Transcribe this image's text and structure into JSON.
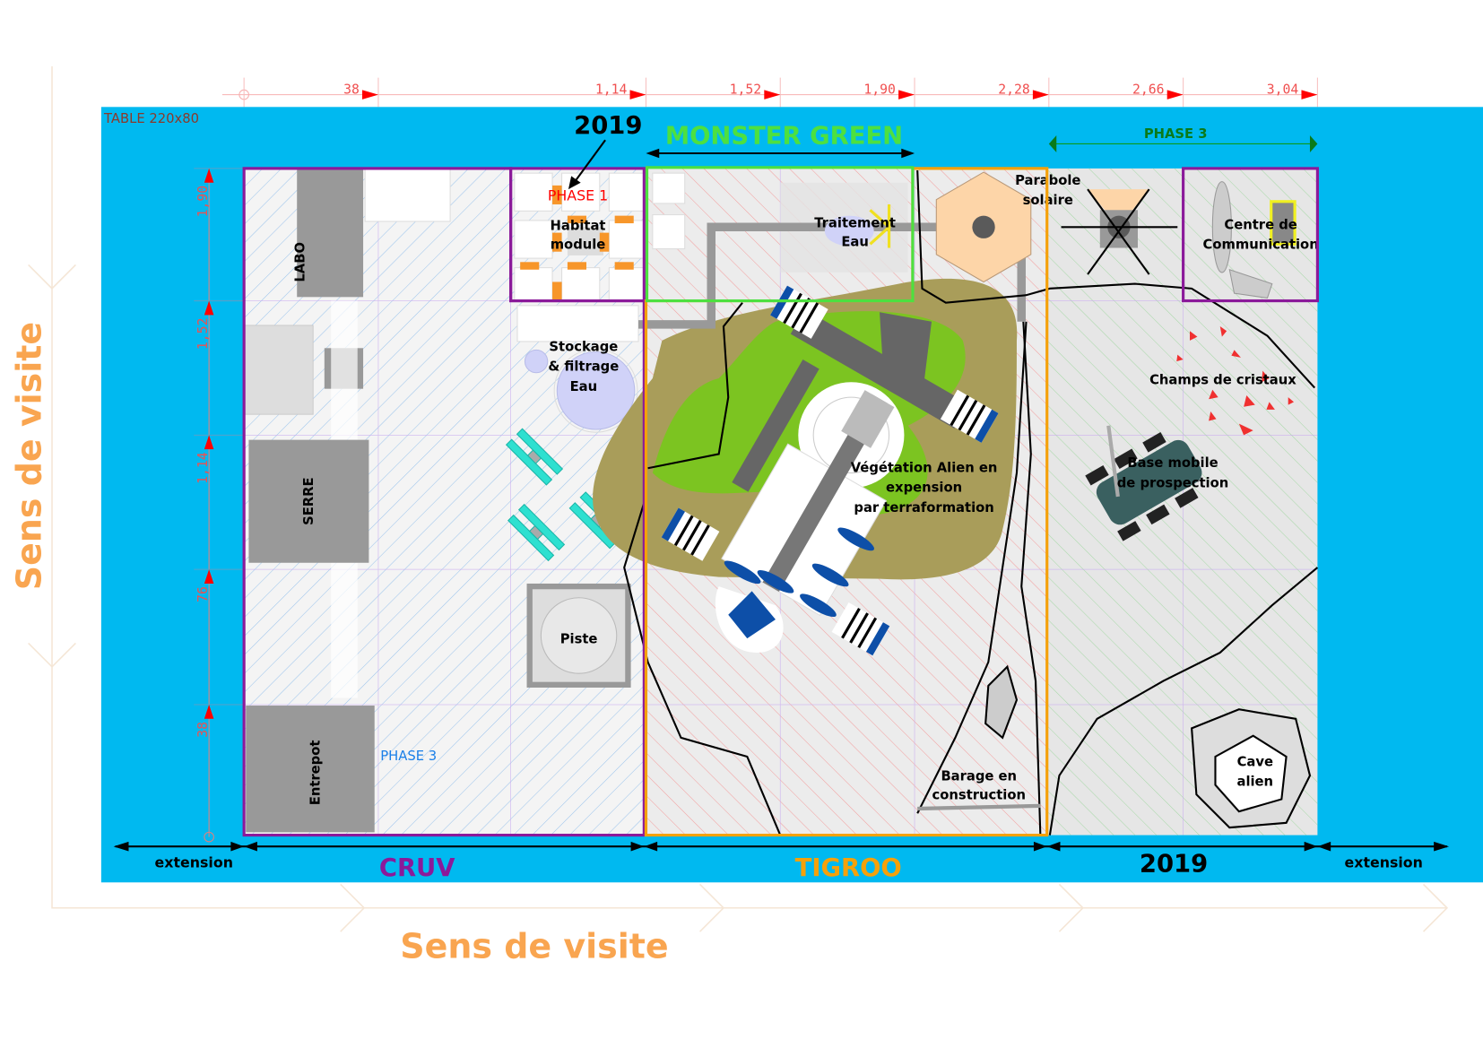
{
  "title": "TABLE 220x80",
  "top_ruler": [
    "38",
    "1,14",
    "1,52",
    "1,90",
    "2,28",
    "2,66",
    "3,04"
  ],
  "left_ruler": [
    "1,90",
    "1,52",
    "1,14",
    "76",
    "38"
  ],
  "headers": {
    "year_top": "2019",
    "monster_green": "MONSTER GREEN",
    "phase3_top": "PHASE 3"
  },
  "zones": {
    "labo": "LABO",
    "serre": "SERRE",
    "entrepot": "Entrepot",
    "phase3_left": "PHASE 3",
    "phase1": "PHASE 1",
    "habitat": [
      "Habitat",
      "module"
    ],
    "stockage": [
      "Stockage",
      "& filtrage",
      "Eau"
    ],
    "piste": "Piste",
    "traitement": [
      "Traitement",
      "Eau"
    ],
    "parabole": [
      "Parabole",
      "solaire"
    ],
    "centre": [
      "Centre de",
      "Communication"
    ],
    "cristaux": "Champs de cristaux",
    "base": [
      "Base mobile",
      "de prospection"
    ],
    "vegetation": [
      "Végétation Alien en",
      "expension",
      "par terraformation"
    ],
    "barage": [
      "Barage en",
      "construction"
    ],
    "cave": [
      "Cave",
      "alien"
    ]
  },
  "bottom": {
    "extension_left": "extension",
    "cruv": "CRUV",
    "tigroo": "TIGROO",
    "year": "2019",
    "extension_right": "extension"
  },
  "sens_de_visite": "Sens de visite",
  "colors": {
    "table": "#00b9f0",
    "cruv": "#8b1a9a",
    "tigroo": "#f5a10a",
    "monster_green": "#4de040",
    "sens": "#f9a550",
    "ruler": "#ff0000"
  }
}
